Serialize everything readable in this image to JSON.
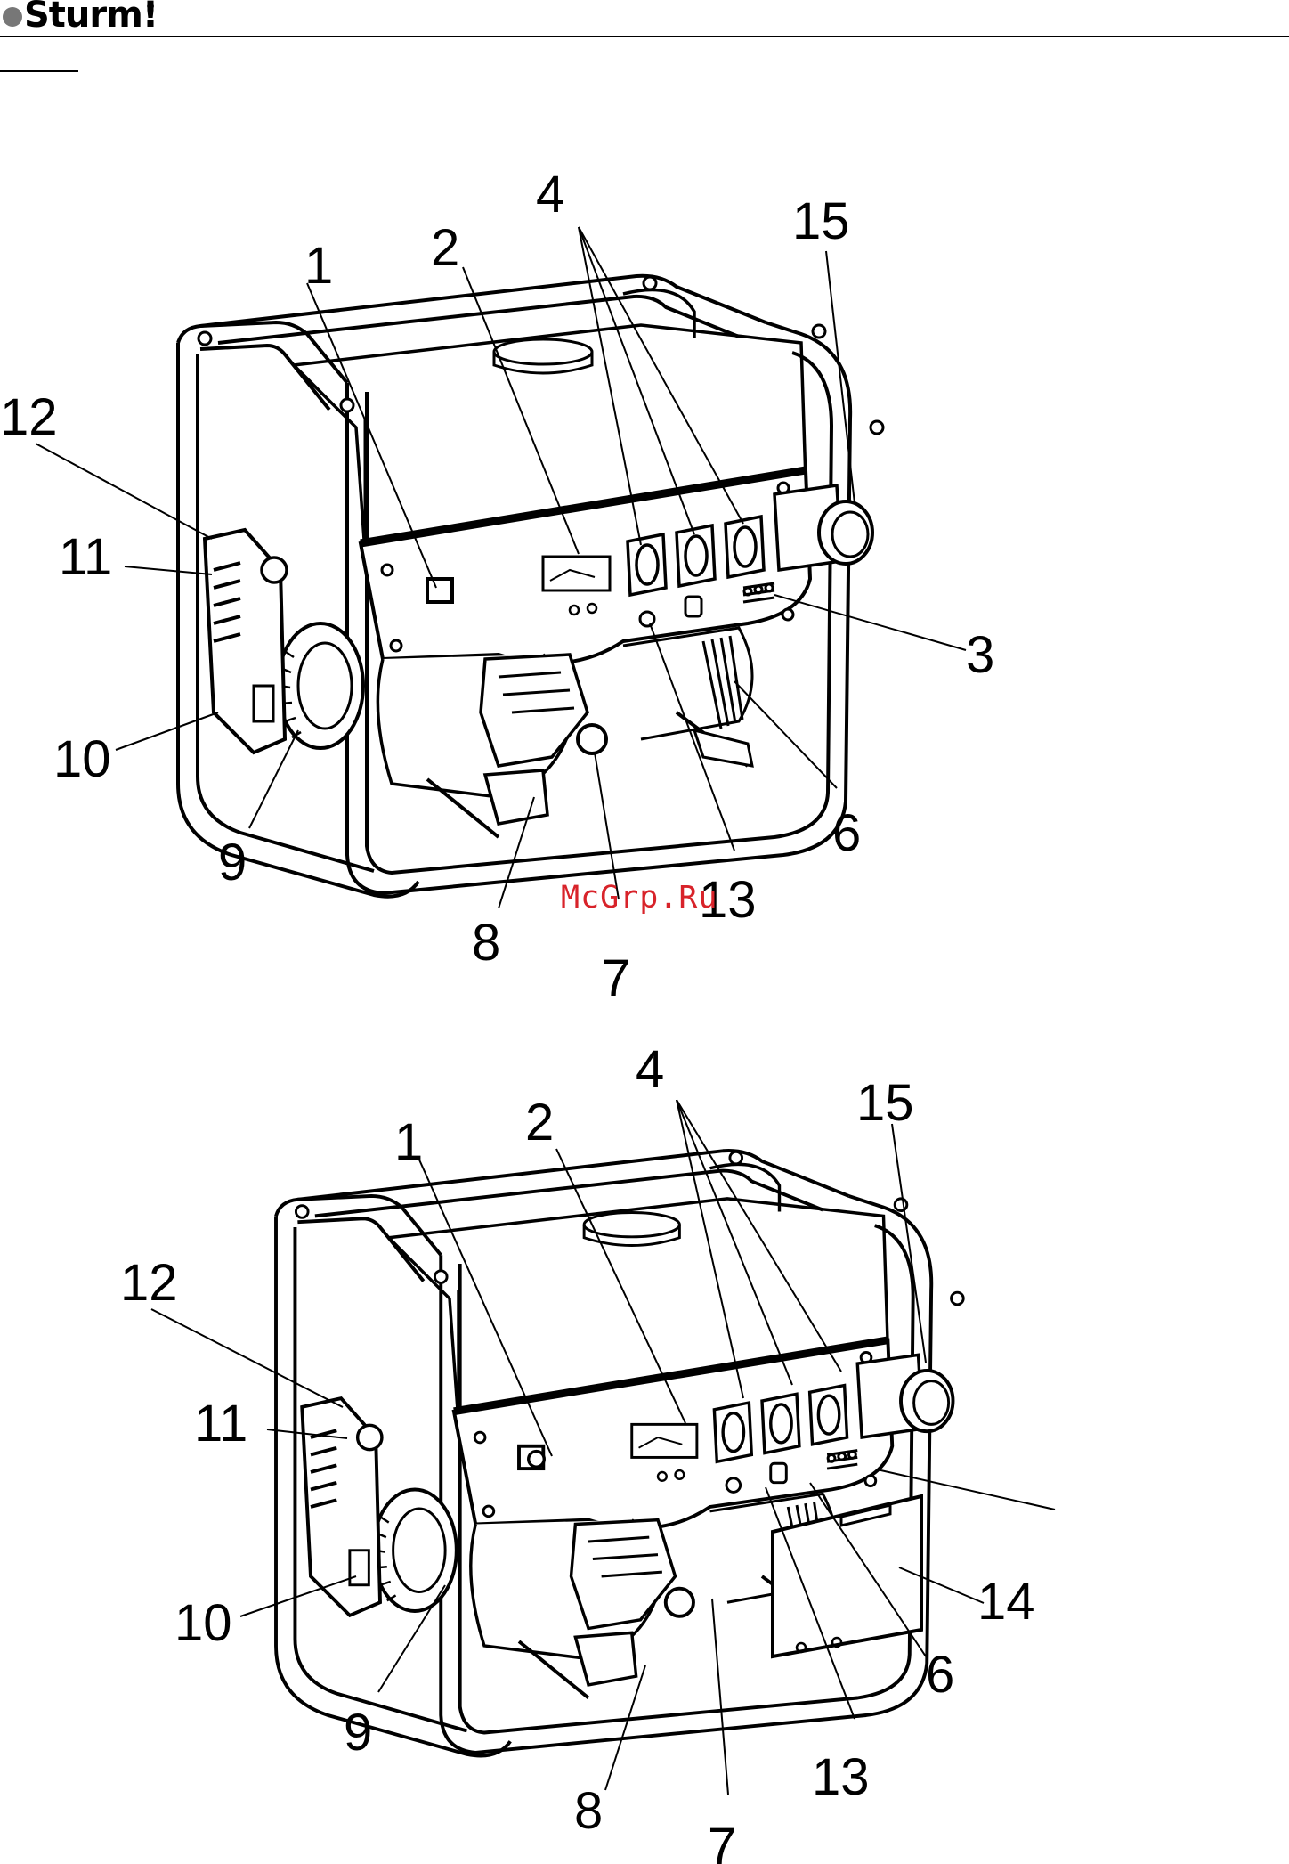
{
  "brand": {
    "name": "Sturm!",
    "reg": "®"
  },
  "watermark": "McGrp.Ru",
  "figures": [
    {
      "name": "top",
      "callouts": [
        "1",
        "2",
        "3",
        "4",
        "6",
        "7",
        "8",
        "9",
        "10",
        "11",
        "12",
        "13",
        "15"
      ]
    },
    {
      "name": "bottom",
      "callouts": [
        "1",
        "2",
        "4",
        "6",
        "7",
        "8",
        "9",
        "10",
        "11",
        "12",
        "13",
        "14",
        "15"
      ]
    }
  ],
  "icons": [
    "generator-drawing-icon"
  ]
}
